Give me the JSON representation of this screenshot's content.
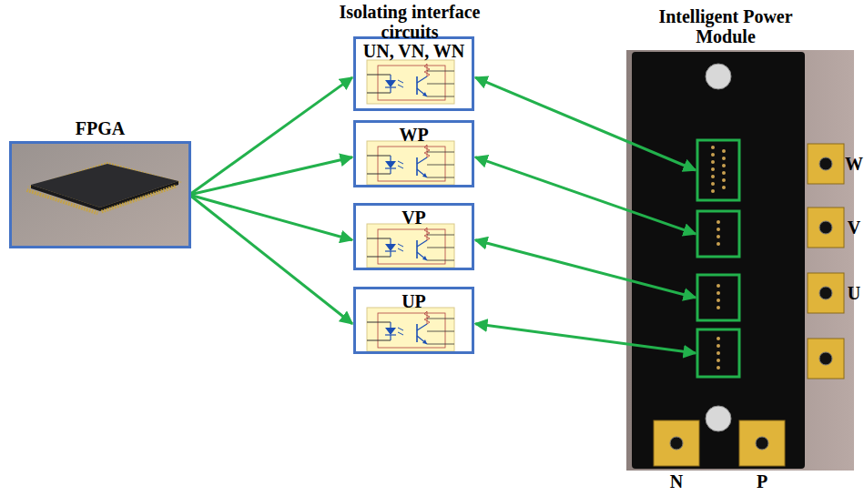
{
  "diagram": {
    "nodes": [
      {
        "text": [
          "FPGA"
        ]
      },
      {
        "text": [
          "UN, VN, WN"
        ]
      },
      {
        "text": [
          "WP"
        ]
      },
      {
        "text": [
          "VP"
        ]
      },
      {
        "text": [
          "UP"
        ]
      },
      {
        "text": [
          "Intelligent Power Module"
        ]
      }
    ],
    "edges": [
      {
        "from": 0,
        "to": 1,
        "arrow": "to"
      },
      {
        "from": 0,
        "to": 2,
        "arrow": "to"
      },
      {
        "from": 0,
        "to": 3,
        "arrow": "to"
      },
      {
        "from": 0,
        "to": 4,
        "arrow": "to"
      },
      {
        "from": 1,
        "to": 5,
        "arrow": "both"
      },
      {
        "from": 2,
        "to": 5,
        "arrow": "both"
      },
      {
        "from": 3,
        "to": 5,
        "arrow": "both"
      },
      {
        "from": 4,
        "to": 5,
        "arrow": "both"
      }
    ],
    "labels": [
      "Isolating interface circuits",
      "W",
      "V",
      "U",
      "N",
      "P"
    ]
  }
}
